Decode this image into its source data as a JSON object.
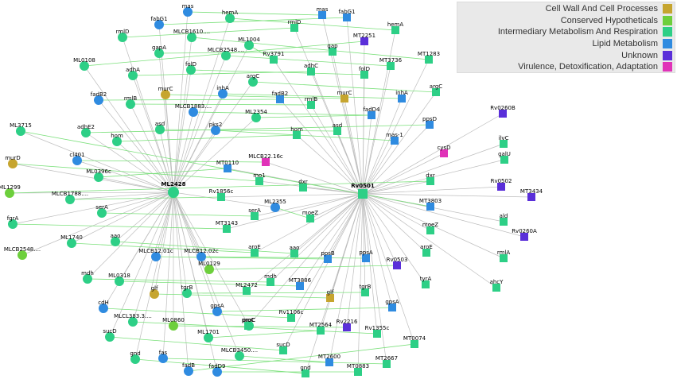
{
  "colors": {
    "Cell Wall And Cell Processes": "#c6a52f",
    "Conserved Hypotheticals": "#6dcf3c",
    "Intermediary Metabolism And Respiration": "#2dcf86",
    "Lipid Metabolism": "#2f8be0",
    "Unknown": "#5a2fd9",
    "Virulence, Detoxification, Adaptation": "#e033b8"
  },
  "legend": {
    "items": [
      {
        "label": "Cell Wall And Cell Processes",
        "color": "#c6a52f"
      },
      {
        "label": "Conserved Hypotheticals",
        "color": "#6dcf3c"
      },
      {
        "label": "Intermediary Metabolism And Respiration",
        "color": "#2dcf86"
      },
      {
        "label": "Lipid Metabolism",
        "color": "#2f8be0"
      },
      {
        "label": "Unknown",
        "color": "#5a2fd9"
      },
      {
        "label": "Virulence, Detoxification, Adaptation",
        "color": "#e033b8"
      }
    ]
  },
  "hubs": [
    {
      "id": "ML2428",
      "label": "ML2428",
      "shape": "circle"
    },
    {
      "id": "Rv0501",
      "label": "Rv0501",
      "shape": "square"
    }
  ],
  "leprae_nodes": [
    {
      "label": "mas",
      "cat": "Lipid Metabolism"
    },
    {
      "label": "hemA",
      "cat": "Intermediary Metabolism And Respiration"
    },
    {
      "label": "fabG1",
      "cat": "Lipid Metabolism"
    },
    {
      "label": "MLCB1610....",
      "cat": "Intermediary Metabolism And Respiration"
    },
    {
      "label": "rmlD",
      "cat": "Intermediary Metabolism And Respiration"
    },
    {
      "label": "ML1004",
      "cat": "Intermediary Metabolism And Respiration"
    },
    {
      "label": "gapA",
      "cat": "Intermediary Metabolism And Respiration"
    },
    {
      "label": "MLCB2548....",
      "cat": "Intermediary Metabolism And Respiration"
    },
    {
      "label": "ML0108",
      "cat": "Intermediary Metabolism And Respiration"
    },
    {
      "label": "adhA",
      "cat": "Intermediary Metabolism And Respiration"
    },
    {
      "label": "folD",
      "cat": "Intermediary Metabolism And Respiration"
    },
    {
      "label": "argC",
      "cat": "Intermediary Metabolism And Respiration"
    },
    {
      "label": "fadB2",
      "cat": "Lipid Metabolism"
    },
    {
      "label": "murC",
      "cat": "Cell Wall And Cell Processes"
    },
    {
      "label": "inhA",
      "cat": "Lipid Metabolism"
    },
    {
      "label": "rmlB",
      "cat": "Intermediary Metabolism And Respiration"
    },
    {
      "label": "MLCB1883....",
      "cat": "Lipid Metabolism"
    },
    {
      "label": "ML2354",
      "cat": "Intermediary Metabolism And Respiration"
    },
    {
      "label": "ML3715",
      "cat": "Intermediary Metabolism And Respiration"
    },
    {
      "label": "adhE2",
      "cat": "Intermediary Metabolism And Respiration"
    },
    {
      "label": "asd",
      "cat": "Intermediary Metabolism And Respiration"
    },
    {
      "label": "pks2",
      "cat": "Lipid Metabolism"
    },
    {
      "label": "hom",
      "cat": "Intermediary Metabolism And Respiration"
    },
    {
      "label": "murD",
      "cat": "Cell Wall And Cell Processes"
    },
    {
      "label": "cl401",
      "cat": "Lipid Metabolism"
    },
    {
      "label": "ML0396c",
      "cat": "Intermediary Metabolism And Respiration"
    },
    {
      "label": "ML1299",
      "cat": "Conserved Hypotheticals"
    },
    {
      "label": "MLCB1788....",
      "cat": "Intermediary Metabolism And Respiration"
    },
    {
      "label": "fgrA",
      "cat": "Intermediary Metabolism And Respiration"
    },
    {
      "label": "ML2355",
      "cat": "Lipid Metabolism"
    },
    {
      "label": "serA",
      "cat": "Intermediary Metabolism And Respiration"
    },
    {
      "label": "ML1740",
      "cat": "Intermediary Metabolism And Respiration"
    },
    {
      "label": "aao",
      "cat": "Intermediary Metabolism And Respiration"
    },
    {
      "label": "MLCB2548....",
      "cat": "Conserved Hypotheticals"
    },
    {
      "label": "MLCB12.01c",
      "cat": "Lipid Metabolism"
    },
    {
      "label": "MLCB12.02c",
      "cat": "Lipid Metabolism"
    },
    {
      "label": "ML0129",
      "cat": "Conserved Hypotheticals"
    },
    {
      "label": "mdh",
      "cat": "Intermediary Metabolism And Respiration"
    },
    {
      "label": "ML0318",
      "cat": "Intermediary Metabolism And Respiration"
    },
    {
      "label": "glf",
      "cat": "Cell Wall And Cell Processes"
    },
    {
      "label": "tgrB",
      "cat": "Intermediary Metabolism And Respiration"
    },
    {
      "label": "cdH",
      "cat": "Lipid Metabolism"
    },
    {
      "label": "gpsA",
      "cat": "Lipid Metabolism"
    },
    {
      "label": "MLCL383.3....",
      "cat": "Intermediary Metabolism And Respiration"
    },
    {
      "label": "ML0860",
      "cat": "Conserved Hypotheticals"
    },
    {
      "label": "proC",
      "cat": "Intermediary Metabolism And Respiration"
    },
    {
      "label": "sucD",
      "cat": "Intermediary Metabolism And Respiration"
    },
    {
      "label": "ML1701",
      "cat": "Intermediary Metabolism And Respiration"
    },
    {
      "label": "MLCB3450....",
      "cat": "Intermediary Metabolism And Respiration"
    },
    {
      "label": "gnd",
      "cat": "Intermediary Metabolism And Respiration"
    },
    {
      "label": "fas",
      "cat": "Lipid Metabolism"
    },
    {
      "label": "fadB",
      "cat": "Lipid Metabolism"
    },
    {
      "label": "fadD9",
      "cat": "Lipid Metabolism"
    }
  ],
  "tb_nodes": [
    {
      "label": "mas",
      "cat": "Lipid Metabolism"
    },
    {
      "label": "fabG1",
      "cat": "Lipid Metabolism"
    },
    {
      "label": "MT2251",
      "cat": "Unknown"
    },
    {
      "label": "hemA",
      "cat": "Intermediary Metabolism And Respiration"
    },
    {
      "label": "rmlD",
      "cat": "Intermediary Metabolism And Respiration"
    },
    {
      "label": "gap",
      "cat": "Intermediary Metabolism And Respiration"
    },
    {
      "label": "Rv3791",
      "cat": "Intermediary Metabolism And Respiration"
    },
    {
      "label": "MT3736",
      "cat": "Intermediary Metabolism And Respiration"
    },
    {
      "label": "MT1283",
      "cat": "Intermediary Metabolism And Respiration"
    },
    {
      "label": "adhC",
      "cat": "Intermediary Metabolism And Respiration"
    },
    {
      "label": "folD",
      "cat": "Intermediary Metabolism And Respiration"
    },
    {
      "label": "argC",
      "cat": "Intermediary Metabolism And Respiration"
    },
    {
      "label": "fadB2",
      "cat": "Lipid Metabolism"
    },
    {
      "label": "murC",
      "cat": "Cell Wall And Cell Processes"
    },
    {
      "label": "inhA",
      "cat": "Lipid Metabolism"
    },
    {
      "label": "rmlB",
      "cat": "Intermediary Metabolism And Respiration"
    },
    {
      "label": "Rv0260B",
      "cat": "Unknown"
    },
    {
      "label": "fadD4",
      "cat": "Lipid Metabolism"
    },
    {
      "label": "ppsD",
      "cat": "Lipid Metabolism"
    },
    {
      "label": "hom",
      "cat": "Intermediary Metabolism And Respiration"
    },
    {
      "label": "asd",
      "cat": "Intermediary Metabolism And Respiration"
    },
    {
      "label": "ilvC",
      "cat": "Intermediary Metabolism And Respiration"
    },
    {
      "label": "mas-1",
      "cat": "Lipid Metabolism"
    },
    {
      "label": "cysD",
      "cat": "Virulence, Detoxification, Adaptation"
    },
    {
      "label": "galU",
      "cat": "Intermediary Metabolism And Respiration"
    },
    {
      "label": "MLCB22.16c",
      "cat": "Virulence, Detoxification, Adaptation"
    },
    {
      "label": "dxr",
      "cat": "Intermediary Metabolism And Respiration"
    },
    {
      "label": "Rv0502",
      "cat": "Unknown"
    },
    {
      "label": "MT0110",
      "cat": "Lipid Metabolism"
    },
    {
      "label": "MT3434",
      "cat": "Unknown"
    },
    {
      "label": "mo1",
      "cat": "Intermediary Metabolism And Respiration"
    },
    {
      "label": "dxr",
      "cat": "Intermediary Metabolism And Respiration"
    },
    {
      "label": "Rv1856c",
      "cat": "Intermediary Metabolism And Respiration"
    },
    {
      "label": "MT3803",
      "cat": "Lipid Metabolism"
    },
    {
      "label": "ald",
      "cat": "Intermediary Metabolism And Respiration"
    },
    {
      "label": "serA",
      "cat": "Intermediary Metabolism And Respiration"
    },
    {
      "label": "moeZ",
      "cat": "Intermediary Metabolism And Respiration"
    },
    {
      "label": "moeZ",
      "cat": "Intermediary Metabolism And Respiration"
    },
    {
      "label": "Rv0260A",
      "cat": "Unknown"
    },
    {
      "label": "MT3143",
      "cat": "Intermediary Metabolism And Respiration"
    },
    {
      "label": "aroE",
      "cat": "Intermediary Metabolism And Respiration"
    },
    {
      "label": "aao",
      "cat": "Intermediary Metabolism And Respiration"
    },
    {
      "label": "aroE",
      "cat": "Intermediary Metabolism And Respiration"
    },
    {
      "label": "rmlA",
      "cat": "Intermediary Metabolism And Respiration"
    },
    {
      "label": "ppsB",
      "cat": "Lipid Metabolism"
    },
    {
      "label": "ppsA",
      "cat": "Lipid Metabolism"
    },
    {
      "label": "Rv0503",
      "cat": "Unknown"
    },
    {
      "label": "ahcY",
      "cat": "Intermediary Metabolism And Respiration"
    },
    {
      "label": "mdh",
      "cat": "Intermediary Metabolism And Respiration"
    },
    {
      "label": "ML2472",
      "cat": "Intermediary Metabolism And Respiration"
    },
    {
      "label": "MT3886",
      "cat": "Lipid Metabolism"
    },
    {
      "label": "tyrA",
      "cat": "Intermediary Metabolism And Respiration"
    },
    {
      "label": "glf",
      "cat": "Cell Wall And Cell Processes"
    },
    {
      "label": "tgrB",
      "cat": "Intermediary Metabolism And Respiration"
    },
    {
      "label": "gpsA",
      "cat": "Lipid Metabolism"
    },
    {
      "label": "Rv1106c",
      "cat": "Intermediary Metabolism And Respiration"
    },
    {
      "label": "proC",
      "cat": "Intermediary Metabolism And Respiration"
    },
    {
      "label": "MT2564",
      "cat": "Intermediary Metabolism And Respiration"
    },
    {
      "label": "Rv2216",
      "cat": "Unknown"
    },
    {
      "label": "Rv1355c",
      "cat": "Intermediary Metabolism And Respiration"
    },
    {
      "label": "MT0074",
      "cat": "Intermediary Metabolism And Respiration"
    },
    {
      "label": "sucD",
      "cat": "Intermediary Metabolism And Respiration"
    },
    {
      "label": "MT2600",
      "cat": "Lipid Metabolism"
    },
    {
      "label": "MT2667",
      "cat": "Intermediary Metabolism And Respiration"
    },
    {
      "label": "gnd",
      "cat": "Intermediary Metabolism And Respiration"
    },
    {
      "label": "MT0883",
      "cat": "Intermediary Metabolism And Respiration"
    }
  ],
  "ortholog_pairs": [
    [
      "mas",
      "mas"
    ],
    [
      "hemA",
      "hemA"
    ],
    [
      "fabG1",
      "fabG1"
    ],
    [
      "rmlD",
      "rmlD"
    ],
    [
      "gapA",
      "gap"
    ],
    [
      "adhA",
      "adhC"
    ],
    [
      "folD",
      "folD"
    ],
    [
      "argC",
      "argC"
    ],
    [
      "fadB2",
      "fadB2"
    ],
    [
      "murC",
      "murC"
    ],
    [
      "inhA",
      "inhA"
    ],
    [
      "rmlB",
      "rmlB"
    ],
    [
      "asd",
      "asd"
    ],
    [
      "hom",
      "hom"
    ],
    [
      "adhE2",
      "ppsD"
    ],
    [
      "serA",
      "serA"
    ],
    [
      "aao",
      "aao"
    ],
    [
      "mdh",
      "mdh"
    ],
    [
      "glf",
      "glf"
    ],
    [
      "tgrB",
      "tgrB"
    ],
    [
      "gpsA",
      "gpsA"
    ],
    [
      "proC",
      "proC"
    ],
    [
      "sucD",
      "sucD"
    ],
    [
      "gnd",
      "gnd"
    ],
    [
      "ML2354",
      "fadD4"
    ],
    [
      "pks2",
      "mas-1"
    ],
    [
      "ML1004",
      "Rv3791"
    ],
    [
      "MLCB2548....",
      "MT3736"
    ],
    [
      "MLCB1610....",
      "MT1283"
    ],
    [
      "ML0108",
      "MT2251"
    ],
    [
      "ML2355",
      "moeZ"
    ],
    [
      "ML1740",
      "aroE"
    ],
    [
      "MLCB12.01c",
      "ppsB"
    ],
    [
      "MLCB12.02c",
      "ppsA"
    ],
    [
      "ML0129",
      "Rv0503"
    ],
    [
      "ML0860",
      "Rv2216"
    ],
    [
      "ML1701",
      "MT2564"
    ],
    [
      "MLCB3450....",
      "MT2600"
    ],
    [
      "fadD9",
      "MT0883"
    ],
    [
      "fas",
      "MT2667"
    ],
    [
      "fadB",
      "MT0074"
    ],
    [
      "MLCL383.3....",
      "Rv1355c"
    ],
    [
      "cdH",
      "Rv1106c"
    ],
    [
      "ML0318",
      "MT3886"
    ],
    [
      "ML0396c",
      "MT0110"
    ],
    [
      "cl401",
      "MLCB22.16c"
    ],
    [
      "MLCB1788....",
      "Rv1856c"
    ],
    [
      "fgrA",
      "MT3143"
    ],
    [
      "ML3715",
      "MT3803"
    ],
    [
      "ML1299",
      "dxr"
    ],
    [
      "murD",
      "mo1"
    ],
    [
      "MLCB1883....",
      "fadD4"
    ]
  ]
}
